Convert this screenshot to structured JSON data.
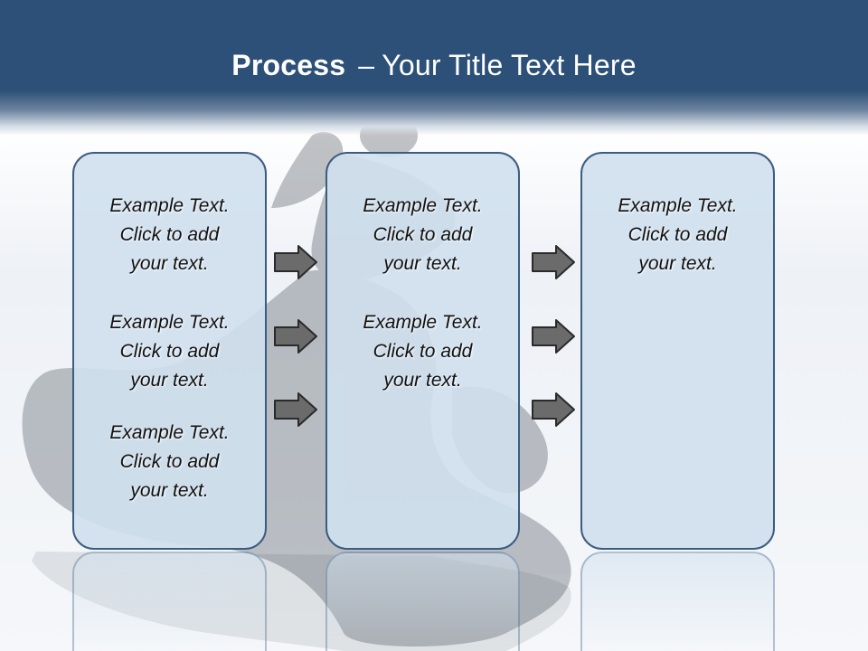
{
  "title": {
    "bold": "Process",
    "separator": "–",
    "rest": "Your Title Text Here"
  },
  "columns": [
    {
      "items": [
        {
          "line1": "Example Text.",
          "line2": "Click  to add",
          "line3": "your text."
        },
        {
          "line1": "Example Text.",
          "line2": "Click  to add",
          "line3": "your text."
        },
        {
          "line1": "Example Text.",
          "line2": "Click  to add",
          "line3": "your text."
        }
      ]
    },
    {
      "items": [
        {
          "line1": "Example Text.",
          "line2": "Click  to add",
          "line3": "your text."
        },
        {
          "line1": "Example Text.",
          "line2": "Click  to add",
          "line3": "your text."
        }
      ]
    },
    {
      "items": [
        {
          "line1": "Example Text.",
          "line2": "Click  to add",
          "line3": "your text."
        }
      ]
    }
  ],
  "colors": {
    "header": "#2c5077",
    "box_fill": "#d0e0ee",
    "box_border": "#3b5d80",
    "arrow": "#6b6b6b"
  },
  "icons": {
    "arrow": "right-arrow-icon"
  }
}
